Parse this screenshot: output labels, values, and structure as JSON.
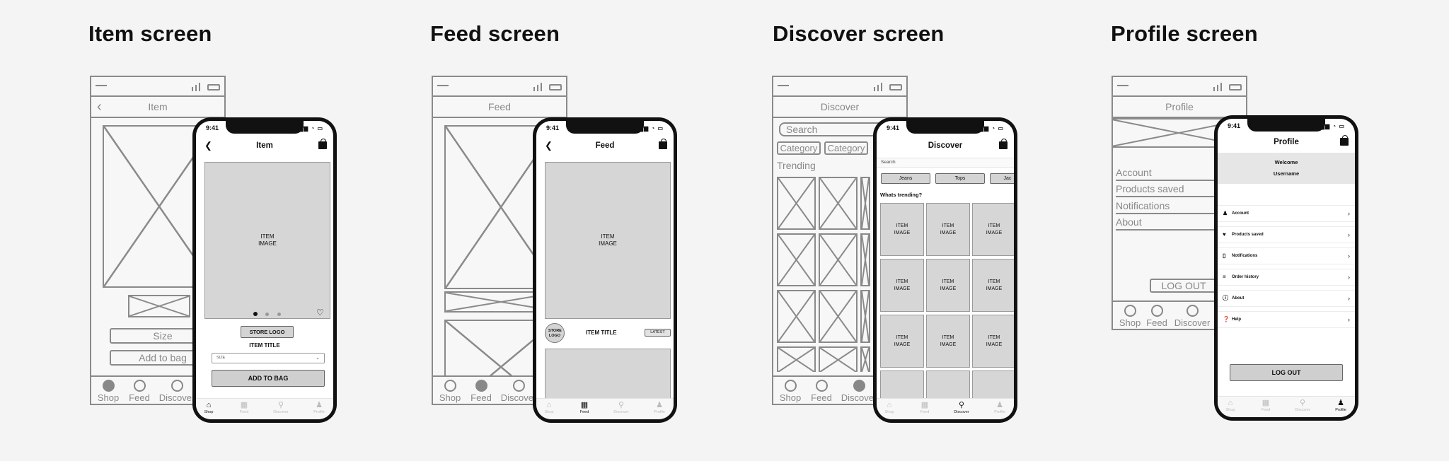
{
  "titles": {
    "item": "Item screen",
    "feed": "Feed screen",
    "discover": "Discover screen",
    "profile": "Profile screen"
  },
  "sketch": {
    "item_header": "Item",
    "feed_header": "Feed",
    "discover_header": "Discover",
    "profile_header": "Profile",
    "size": "Size",
    "add_to_bag": "Add to bag",
    "search": "Search",
    "category": "Category",
    "trending": "Trending",
    "account": "Account",
    "products_saved": "Products saved",
    "notifications": "Notifications",
    "about": "About",
    "log_out": "LOG OUT",
    "tabs": [
      "Shop",
      "Feed",
      "Discover"
    ]
  },
  "phone": {
    "time": "9:41",
    "tabs": [
      "Shop",
      "Feed",
      "Discover",
      "Profile"
    ],
    "item": {
      "title": "Item",
      "image": "ITEM IMAGE",
      "store_logo": "STORE LOGO",
      "item_title": "ITEM TITLE",
      "size_placeholder": "SIZE",
      "add_to_bag": "ADD TO BAG"
    },
    "feed": {
      "title": "Feed",
      "image": "ITEM IMAGE",
      "store_logo": "STORE LOGO",
      "item_title": "ITEM TITLE",
      "badge": "LATEST"
    },
    "discover": {
      "title": "Discover",
      "search_placeholder": "Search",
      "chips": [
        "Jeans",
        "Tops",
        "Jac"
      ],
      "trending": "Whats trending?",
      "tile": "ITEM IMAGE"
    },
    "profile": {
      "title": "Profile",
      "welcome": "Welcome",
      "username": "Username",
      "menu": [
        "Account",
        "Products saved",
        "Notifications",
        "Order history",
        "About",
        "Help"
      ],
      "log_out": "LOG OUT"
    }
  }
}
